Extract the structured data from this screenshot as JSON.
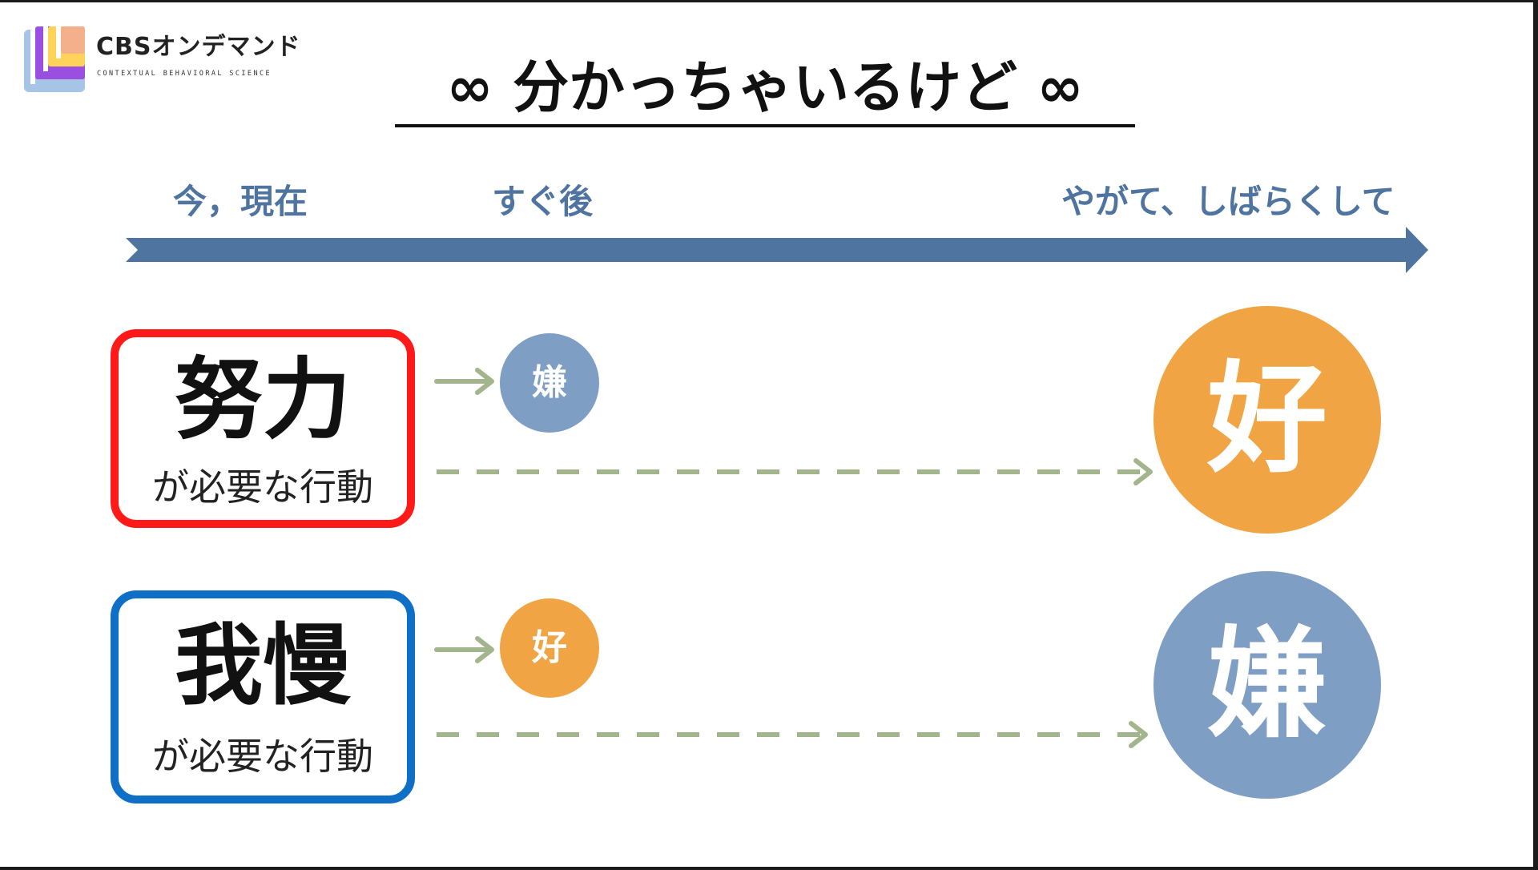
{
  "logo": {
    "name": "CBSオンデマンド",
    "tagline": "CONTEXTUAL BEHAVIORAL SCIENCE"
  },
  "title": "∞ 分かっちゃいるけど ∞",
  "timeline": {
    "now": "今，現在",
    "soon": "すぐ後",
    "later": "やがて、しばらくして"
  },
  "rows": [
    {
      "behavior": "努力",
      "suffix": "が必要な行動",
      "immediate": "嫌",
      "eventual": "好"
    },
    {
      "behavior": "我慢",
      "suffix": "が必要な行動",
      "immediate": "好",
      "eventual": "嫌"
    }
  ],
  "colors": {
    "timeline": "#4f74a0",
    "dislike": "#7f9ec4",
    "like": "#f0a444",
    "connector": "#a3b58d",
    "row1_border": "#ff1a1a",
    "row2_border": "#0f6fc6"
  }
}
